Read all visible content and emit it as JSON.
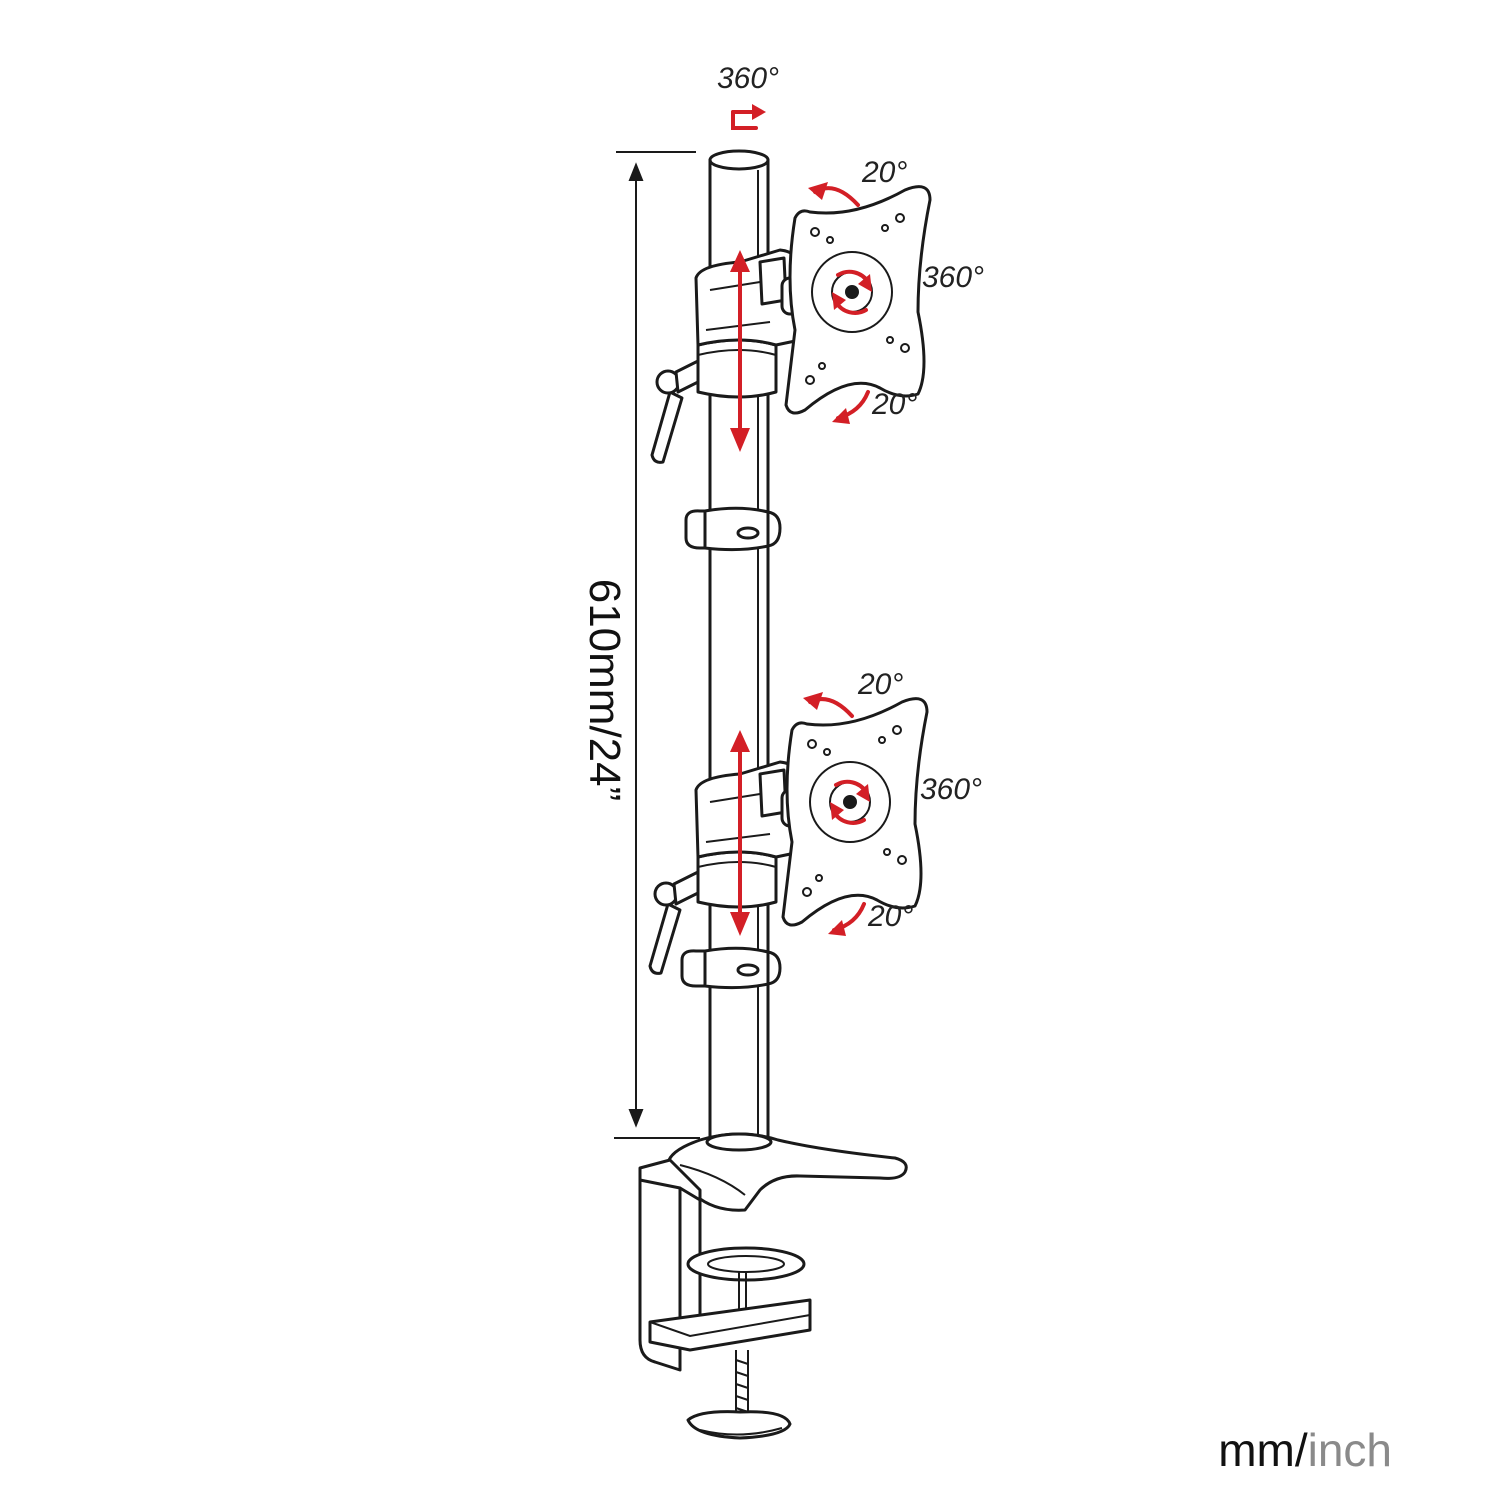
{
  "colors": {
    "ink": "#1a1a1a",
    "arrow": "#d31f26",
    "units_primary": "#111111",
    "units_secondary": "#8a8a8a"
  },
  "labels": {
    "pole_rotation": "360°",
    "height_dimension": "610mm/24”"
  },
  "monitor_mounts": [
    {
      "tilt_up": "20°",
      "rotation": "360°",
      "tilt_down": "20°"
    },
    {
      "tilt_up": "20°",
      "rotation": "360°",
      "tilt_down": "20°"
    }
  ],
  "units": {
    "primary": "mm/",
    "secondary": "inch"
  },
  "icons": {
    "rotation_arrow": "curved-rotate-icon",
    "height_arrow": "double-vertical-arrow-icon",
    "tilt_arrow": "curved-tilt-arrow-icon"
  }
}
